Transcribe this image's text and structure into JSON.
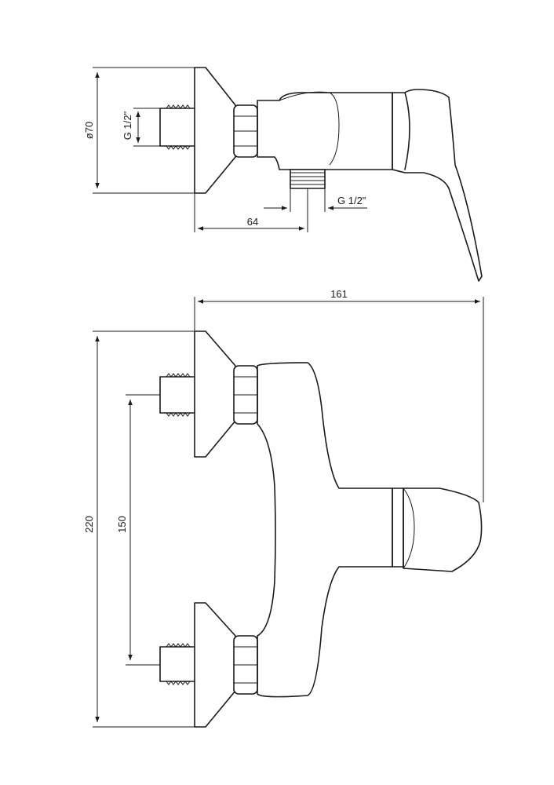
{
  "drawing": {
    "side_view": {
      "diameter_label": "ø70",
      "inlet_thread_label": "G 1/2\"",
      "outlet_thread_label": "G 1/2\"",
      "projection_label": "64"
    },
    "front_view": {
      "overall_width_label": "161",
      "overall_height_label": "220",
      "inlet_spacing_label": "150"
    }
  }
}
